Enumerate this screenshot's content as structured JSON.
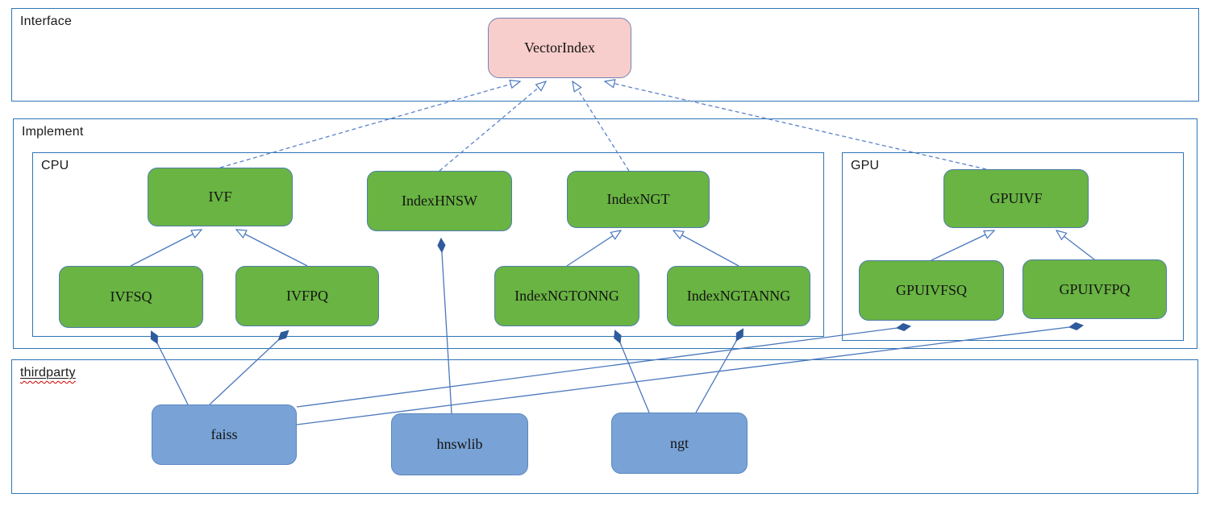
{
  "sections": {
    "interface": {
      "label": "Interface"
    },
    "implement": {
      "label": "Implement"
    },
    "cpu": {
      "label": "CPU"
    },
    "gpu": {
      "label": "GPU"
    },
    "thirdparty": {
      "label": "thirdparty"
    }
  },
  "nodes": {
    "vectorindex": {
      "label": "VectorIndex",
      "type": "interface"
    },
    "ivf": {
      "label": "IVF",
      "type": "class"
    },
    "indexhnsw": {
      "label": "IndexHNSW",
      "type": "class"
    },
    "indexngt": {
      "label": "IndexNGT",
      "type": "class"
    },
    "ivfsq": {
      "label": "IVFSQ",
      "type": "class"
    },
    "ivfpq": {
      "label": "IVFPQ",
      "type": "class"
    },
    "indexngtonng": {
      "label": "IndexNGTONNG",
      "type": "class"
    },
    "indexngtanng": {
      "label": "IndexNGTANNG",
      "type": "class"
    },
    "gpuivf": {
      "label": "GPUIVF",
      "type": "class"
    },
    "gpuivfsq": {
      "label": "GPUIVFSQ",
      "type": "class"
    },
    "gpuivfpq": {
      "label": "GPUIVFPQ",
      "type": "class"
    },
    "faiss": {
      "label": "faiss",
      "type": "thirdparty"
    },
    "hnswlib": {
      "label": "hnswlib",
      "type": "thirdparty"
    },
    "ngt": {
      "label": "ngt",
      "type": "thirdparty"
    }
  },
  "edges": [
    {
      "from": "IVF",
      "to": "VectorIndex",
      "type": "realization-dashed-hollow-arrow"
    },
    {
      "from": "IndexHNSW",
      "to": "VectorIndex",
      "type": "realization-dashed-hollow-arrow"
    },
    {
      "from": "IndexNGT",
      "to": "VectorIndex",
      "type": "realization-dashed-hollow-arrow"
    },
    {
      "from": "GPUIVF",
      "to": "VectorIndex",
      "type": "realization-dashed-hollow-arrow"
    },
    {
      "from": "IVFSQ",
      "to": "IVF",
      "type": "generalization-hollow-arrow"
    },
    {
      "from": "IVFPQ",
      "to": "IVF",
      "type": "generalization-hollow-arrow"
    },
    {
      "from": "IndexNGTONNG",
      "to": "IndexNGT",
      "type": "generalization-hollow-arrow"
    },
    {
      "from": "IndexNGTANNG",
      "to": "IndexNGT",
      "type": "generalization-hollow-arrow"
    },
    {
      "from": "GPUIVFSQ",
      "to": "GPUIVF",
      "type": "generalization-hollow-arrow"
    },
    {
      "from": "GPUIVFPQ",
      "to": "GPUIVF",
      "type": "generalization-hollow-arrow"
    },
    {
      "from": "faiss",
      "to": "IVFSQ",
      "type": "composition-filled-diamond"
    },
    {
      "from": "faiss",
      "to": "IVFPQ",
      "type": "composition-filled-diamond"
    },
    {
      "from": "faiss",
      "to": "GPUIVFSQ",
      "type": "composition-filled-diamond"
    },
    {
      "from": "faiss",
      "to": "GPUIVFPQ",
      "type": "composition-filled-diamond"
    },
    {
      "from": "hnswlib",
      "to": "IndexHNSW",
      "type": "composition-filled-diamond"
    },
    {
      "from": "ngt",
      "to": "IndexNGTONNG",
      "type": "composition-filled-diamond"
    },
    {
      "from": "ngt",
      "to": "IndexNGTANNG",
      "type": "composition-filled-diamond"
    }
  ],
  "colors": {
    "interface_fill": "#f8cecc",
    "class_fill": "#69b442",
    "thirdparty_fill": "#79a3d6",
    "section_border": "#2e75b6",
    "edge_line": "#4a78bd",
    "diamond_fill": "#2f5b9d",
    "spellcheck_underline": "#cc0000"
  }
}
